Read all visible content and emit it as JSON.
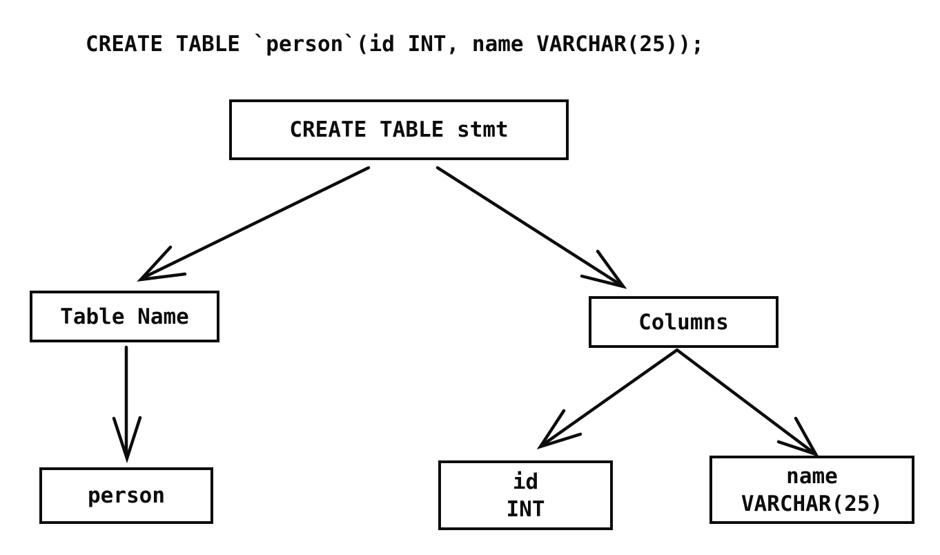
{
  "sql_statement": "CREATE TABLE `person`(id INT, name VARCHAR(25));",
  "colors": {
    "ink": "#0c0c0c",
    "background": "#ffffff"
  },
  "diagram": {
    "root": {
      "label": "CREATE TABLE stmt"
    },
    "table_name": {
      "label": "Table Name"
    },
    "person": {
      "label": "person"
    },
    "columns": {
      "label": "Columns"
    },
    "id_column": {
      "line1": "id",
      "line2": "INT"
    },
    "name_column": {
      "line1": "name",
      "line2": "VARCHAR(25)"
    }
  },
  "edges": [
    {
      "from": "CREATE TABLE stmt",
      "to": "Table Name"
    },
    {
      "from": "CREATE TABLE stmt",
      "to": "Columns"
    },
    {
      "from": "Table Name",
      "to": "person"
    },
    {
      "from": "Columns",
      "to": "id INT"
    },
    {
      "from": "Columns",
      "to": "name VARCHAR(25)"
    }
  ]
}
